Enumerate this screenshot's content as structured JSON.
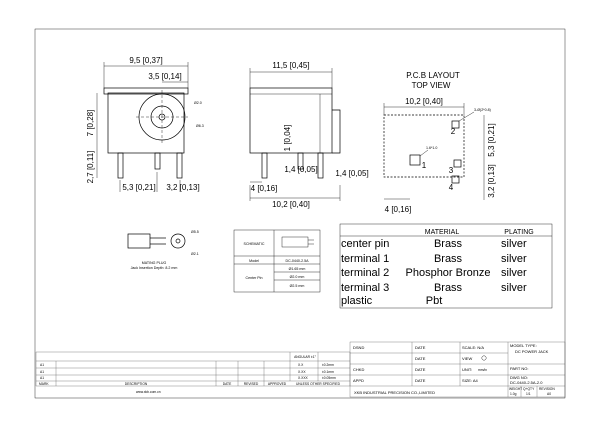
{
  "front_view": {
    "dim_width": "9,5 [0,37]",
    "dim_offset": "3,5 [0,14]",
    "dim_height": "7 [0,28]",
    "dim_pin": "2,7 [0,11]",
    "dim_left": "5,3 [0,21]",
    "dim_right": "3,2 [0,13]",
    "hole_inner": "Ø2.0",
    "hole_outer": "Ø6.3"
  },
  "side_view": {
    "dim_length": "11,5 [0,45]",
    "dim_pin_height": "1 [0,04]",
    "dim_pin_a": "1,4 [0,05]",
    "dim_pin_b": "1,4 [0,05]",
    "dim_bottom": "4 [0,16]",
    "dim_total": "10,2 [0,40]"
  },
  "pcb_layout": {
    "title": "P.C.B  LAYOUT",
    "subtitle": "TOP VIEW",
    "dim_width": "10,2 [0,40]",
    "dim_side_a": "5,3 [0,21]",
    "dim_side_b": "3,2 [0,13]",
    "dim_bottom": "4 [0,16]",
    "hole_note": "3-Ø(2*0.8)",
    "slot_note": "1.6*1.0",
    "pin_1": "1",
    "pin_2": "2",
    "pin_3": "3",
    "pin_4": "4"
  },
  "mating_plug": {
    "caption": "MATING PLUG",
    "note": "Jack Insertion Depth: 8.2 mm",
    "dim_a": "Ø5.5",
    "dim_b": "Ø2.1"
  },
  "schematic_table": {
    "schematic_label": "SCHEMATIC",
    "model_label": "Model",
    "model_value": "DC-0440-2.5A",
    "center_pin_label": "Center Pin",
    "values": [
      "Ø1.65 mm",
      "Ø2.0 mm",
      "Ø2.5 mm"
    ]
  },
  "material_table": {
    "headers": [
      "MATERIAL",
      "PLATING"
    ],
    "rows": [
      {
        "part": "center pin",
        "material": "Brass",
        "plating": "silver"
      },
      {
        "part": "terminal 1",
        "material": "Brass",
        "plating": "silver"
      },
      {
        "part": "terminal 2",
        "material": "Phosphor Bronze",
        "plating": "silver"
      },
      {
        "part": "terminal 3",
        "material": "Brass",
        "plating": "silver"
      },
      {
        "part": "plastic",
        "material": "Pbt",
        "plating": ""
      }
    ]
  },
  "title_block": {
    "dsnd": "DSND",
    "chkd": "CHKD",
    "appd": "APPD",
    "date": "DATE",
    "scale": "SCALE: N/A",
    "view": "VIEW",
    "unit": "UNIT:",
    "unit_value": "mm/in",
    "size": "SIZE: A4",
    "model_type_label": "MODEL TYPE:",
    "model_type": "DC POWER JACK",
    "part_no": "PART NO:",
    "dwg_no_label": "DWG NO:",
    "dwg_no": "DC-0440-2.5A-2.0",
    "weight_label": "WEIGHT",
    "weight": "1.0g",
    "qty_label": "Q+QTY",
    "qty": "1/1",
    "revision_label": "REVISION",
    "revision": "A0",
    "company": "XKB INDUSTRIAL PRECISION CO.,LIMITED",
    "tolerance_title": "ANGULAR ±1°",
    "tolerance_rows": [
      {
        "fmt": "X.X",
        "tol": "±0.2mm"
      },
      {
        "fmt": "X.XX",
        "tol": "±0.1mm"
      },
      {
        "fmt": "X.XXX",
        "tol": "±0.05mm"
      }
    ],
    "unless": "UNLESS OTHER SPECIFIED",
    "revision_rows": [
      "A1",
      "A1",
      "A1"
    ],
    "rev_headers": [
      "MARK",
      "DESCRIPTION",
      "DATE",
      "REVISED",
      "APPROVED"
    ],
    "web": "www.xkb.com.cn"
  }
}
